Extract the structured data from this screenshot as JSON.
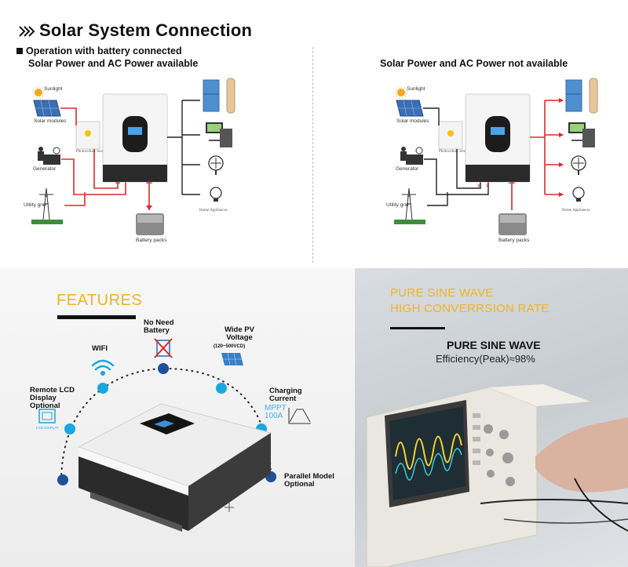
{
  "header": {
    "title": "Solar System Connection",
    "left_subtitle_line1": "Operation with battery connected",
    "left_subtitle_line2": "Solar Power and AC Power available",
    "right_subtitle": "Solar Power and AC Power not available"
  },
  "diagram_labels": {
    "sunlight": "Sunlight",
    "solar_modules": "Solar modules",
    "pv_box": "Photovoltaic box",
    "generator": "Generator",
    "utility_grid": "Utility grid",
    "battery_packs": "Battery packs",
    "home_appliances": "Home Appliances"
  },
  "features": {
    "title": "FEATURES",
    "no_battery": "No Need\nBattery",
    "wifi": "WIFI",
    "wide_pv": "Wide PV\nVoltage",
    "wide_pv_range": "(120~500VCD)",
    "charging": "Charging\nCurrent",
    "mppt": "MPPT\n100A",
    "remote_lcd": "Remote LCD\nDisplay\nOptional",
    "lcd_display": "LCD DISPLAY",
    "parallel": "Parallel Model\nOptional"
  },
  "sine": {
    "title_line1": "PURE SINE WAVE",
    "title_line2": "HIGH CONVERRSION RATE",
    "heading": "PURE SINE WAVE",
    "efficiency": "Efficiency(Peak)≈98%"
  },
  "colors": {
    "accent_yellow": "#f0b323",
    "accent_blue": "#1aa7e0",
    "dot_navy": "#1f4f9c",
    "wire_red": "#e0282d"
  }
}
